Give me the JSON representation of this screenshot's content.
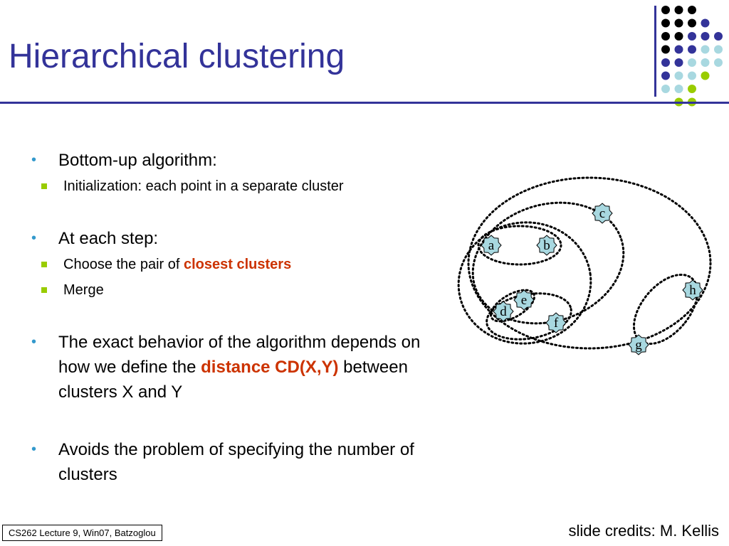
{
  "slide": {
    "title": "Hierarchical clustering",
    "accent_color": "#333399",
    "highlight_color": "#cc3300",
    "bullet_color": "#3399cc",
    "subbullet_color": "#99cc00"
  },
  "bullets": [
    {
      "text": "Bottom-up algorithm:",
      "sub": [
        {
          "pre": "Initialization: each point in a separate cluster",
          "hl": "",
          "post": ""
        }
      ]
    },
    {
      "text": "At each step:",
      "sub": [
        {
          "pre": "Choose the pair of ",
          "hl": "closest clusters",
          "post": ""
        },
        {
          "pre": "Merge",
          "hl": "",
          "post": ""
        }
      ]
    },
    {
      "pre": "The exact behavior of the algorithm depends on how we define the ",
      "hl": "distance CD(X,Y)",
      "post": " between clusters X and Y"
    },
    {
      "text": "Avoids the problem of specifying the number of clusters"
    }
  ],
  "diagram": {
    "points": [
      "a",
      "b",
      "c",
      "d",
      "e",
      "f",
      "g",
      "h"
    ]
  },
  "footer": {
    "course": "CS262 Lecture 9, Win07, Batzoglou",
    "credits": "slide credits: M. Kellis"
  }
}
